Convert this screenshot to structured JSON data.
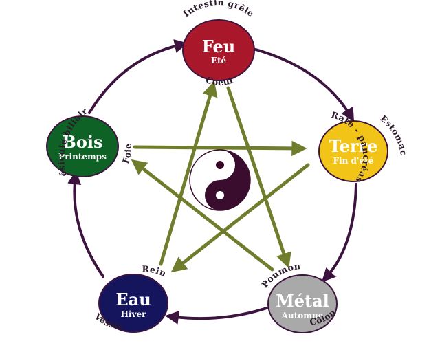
{
  "colors": {
    "cycle_arrow": "#3d1440",
    "star_arrow": "#6f7d2c",
    "yin": "#3a0d2e",
    "yang": "#ffffff",
    "outline": "#3d1440"
  },
  "nodes": {
    "feu": {
      "name": "Feu",
      "season": "Eté",
      "color": "#a8182a"
    },
    "terre": {
      "name": "Terre",
      "season": "Fin d'été",
      "color": "#f2c418"
    },
    "metal": {
      "name": "Métal",
      "season": "Automne",
      "color": "#a9a9a9"
    },
    "eau": {
      "name": "Eau",
      "season": "Hiver",
      "color": "#15155e"
    },
    "bois": {
      "name": "Bois",
      "season": "Printemps",
      "color": "#0e6226"
    }
  },
  "organs": {
    "intestin_grele": "Intestin grêle",
    "coeur": "Coeur",
    "estomac": "Estomac",
    "rate_pancreas": "Rate - pancréas",
    "poumon": "Poumon",
    "colon": "Côlon",
    "rein": "Rein",
    "vessie": "Vessie",
    "foie": "Foie",
    "vesicule": "Vésicule biliaire"
  },
  "icons": {
    "center": "yin-yang-icon"
  }
}
